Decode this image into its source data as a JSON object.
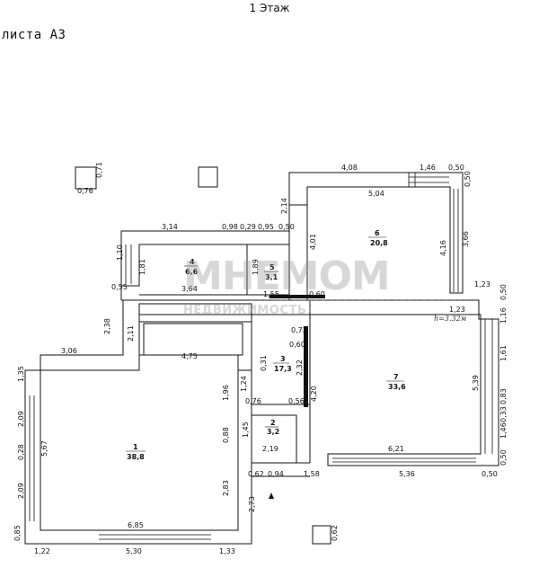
{
  "header": {
    "floor_title": "1 Этаж",
    "sheet_label": "листа А3"
  },
  "watermark": {
    "brand": "МНЕМОМ",
    "tagline": "НЕДВИЖИМОСТЬ"
  },
  "rooms": [
    {
      "number": "1",
      "area": "38,8"
    },
    {
      "number": "2",
      "area": "3,2"
    },
    {
      "number": "3",
      "area": "17,3"
    },
    {
      "number": "4",
      "area": "6,6"
    },
    {
      "number": "5",
      "area": "3,1"
    },
    {
      "number": "6",
      "area": "20,8"
    },
    {
      "number": "7",
      "area": "33,6"
    }
  ],
  "ceiling_height": "h=3.32м",
  "dimensions": [
    "0,71",
    "0,76",
    "4,08",
    "1,46",
    "0,50",
    "0,50",
    "5,04",
    "2,14",
    "3,14",
    "0,98",
    "0,29",
    "0,95",
    "0,50",
    "4,01",
    "4,16",
    "3,66",
    "1,10",
    "1,81",
    "1,89",
    "0,55",
    "3,64",
    "1,55",
    "0,60",
    "1,23",
    "0,50",
    "1,23",
    "1,16",
    "2,38",
    "2,11",
    "3,06",
    "4,75",
    "0,73",
    "0,60",
    "2,32",
    "0,31",
    "1,61",
    "1,35",
    "1,24",
    "1,96",
    "0,76",
    "0,56",
    "4,20",
    "5,39",
    "0,83",
    "0,33",
    "2,09",
    "5,67",
    "0,88",
    "1,45",
    "1,46",
    "0,28",
    "2,19",
    "6,21",
    "0,50",
    "2,09",
    "2,83",
    "0,62",
    "0,94",
    "1,58",
    "5,36",
    "0,50",
    "2,73",
    "6,85",
    "0,85",
    "1,22",
    "5,30",
    "1,33",
    "0,62"
  ]
}
